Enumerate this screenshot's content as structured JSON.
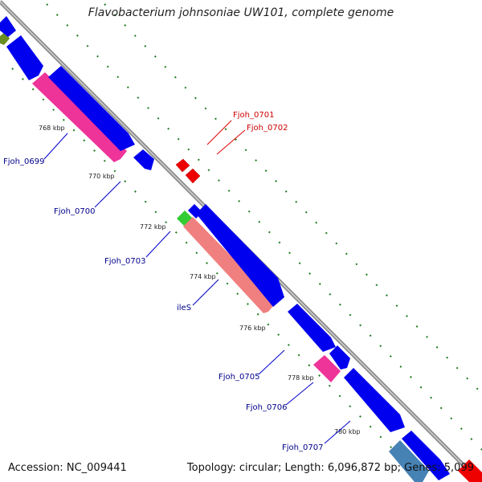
{
  "title": "Flavobacterium johnsoniae UW101, complete genome",
  "footer": {
    "accession_label": "Accession:",
    "accession": "NC_009441",
    "topology_text": "Topology: circular; Length: 6,096,872 bp; Genes: 5,099"
  },
  "colors": {
    "backbone": "#8c8c8c",
    "gc_ticks": "#1e7a1e",
    "forward_gene": "#0000ee",
    "reverse_gene_red": "#ee0000",
    "pink_gene": "#ee3399",
    "rna_gene": "#f08080",
    "green_gene": "#33cc33",
    "steel_gene": "#4682b4",
    "label_blue": "#00008b",
    "label_red": "#cc0000"
  },
  "kbp_ticks": [
    "768 kbp",
    "770 kbp",
    "772 kbp",
    "774 kbp",
    "776 kbp",
    "778 kbp",
    "780 kbp"
  ],
  "gene_labels": [
    {
      "name": "Fjoh_0699",
      "color": "blue"
    },
    {
      "name": "Fjoh_0700",
      "color": "blue"
    },
    {
      "name": "Fjoh_0701",
      "color": "red"
    },
    {
      "name": "Fjoh_0702",
      "color": "red"
    },
    {
      "name": "Fjoh_0703",
      "color": "blue"
    },
    {
      "name": "ileS",
      "color": "blue"
    },
    {
      "name": "Fjoh_0705",
      "color": "blue"
    },
    {
      "name": "Fjoh_0706",
      "color": "blue"
    },
    {
      "name": "Fjoh_0707",
      "color": "blue"
    }
  ]
}
